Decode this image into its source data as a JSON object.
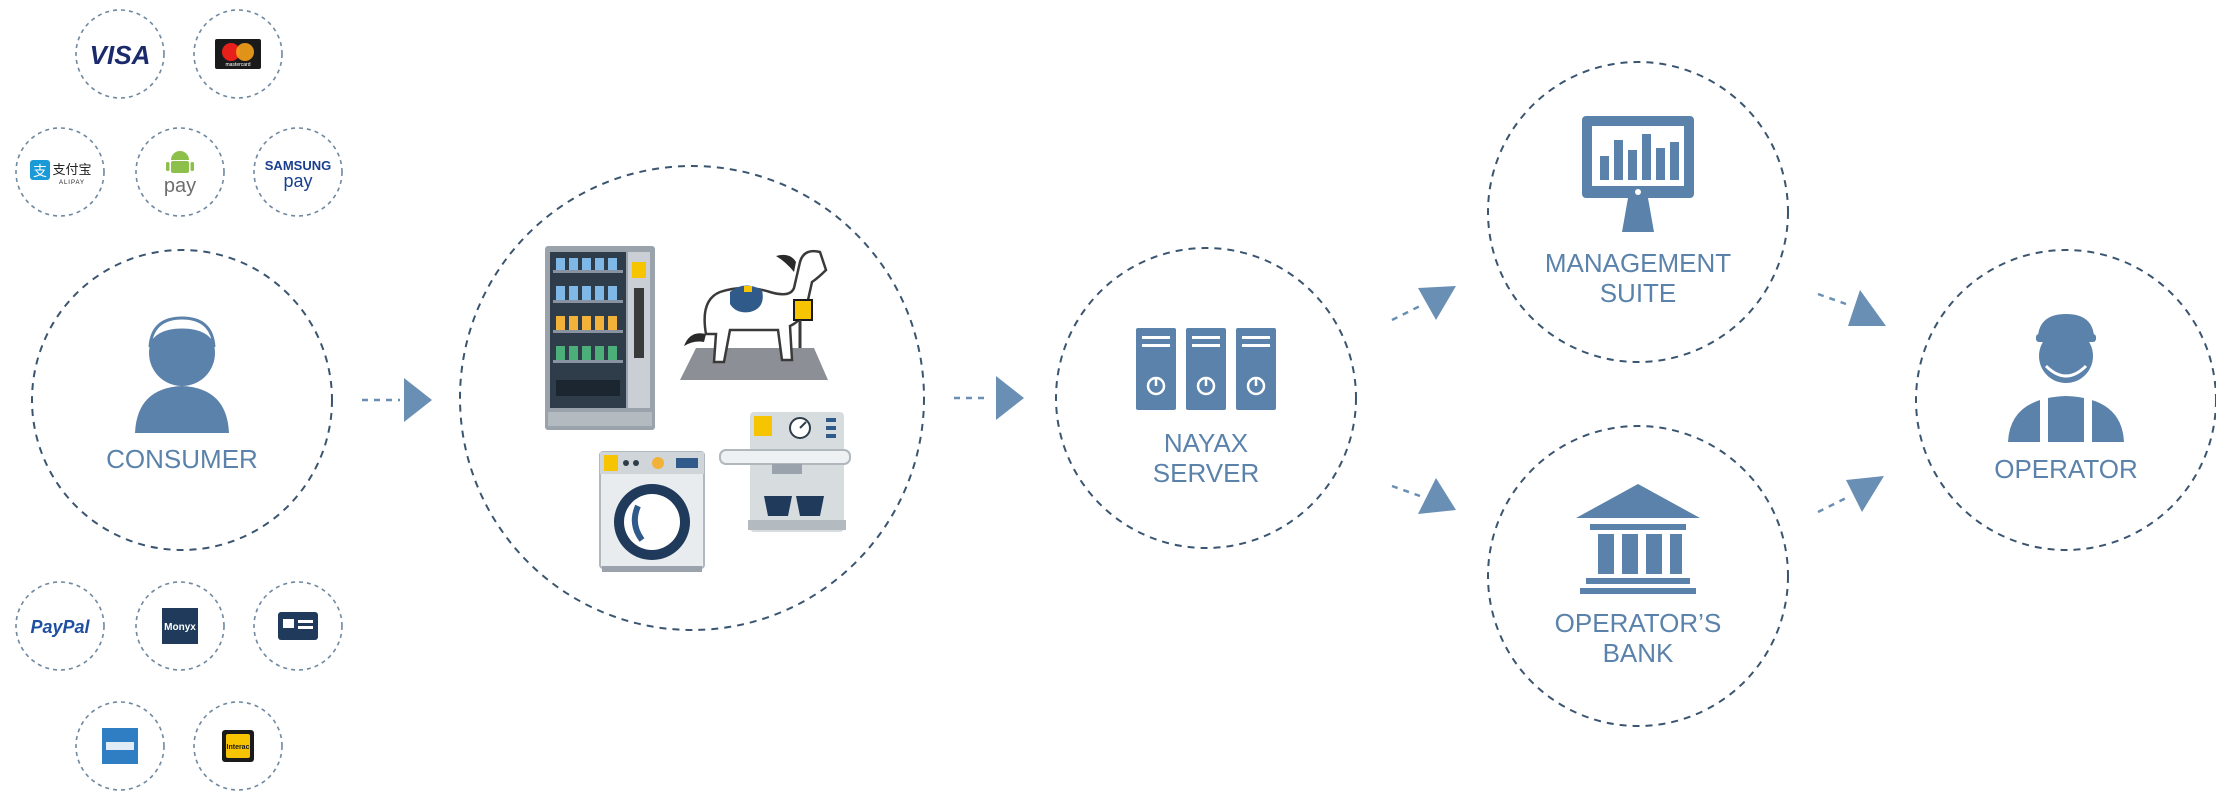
{
  "nodes": {
    "consumer": "CONSUMER",
    "nayax_server": [
      "NAYAX",
      "SERVER"
    ],
    "management_suite": [
      "MANAGEMENT",
      "SUITE"
    ],
    "operators_bank": [
      "OPERATOR’S",
      "BANK"
    ],
    "operator": "OPERATOR"
  },
  "payment_methods": {
    "visa": "VISA",
    "mastercard": "mastercard",
    "alipay": "支付宝",
    "alipay_sub": "ALIPAY",
    "android_pay": "pay",
    "samsung_pay_top": "SAMSUNG",
    "samsung_pay_bottom": "pay",
    "paypal": "PayPal",
    "monyx": "Monyx",
    "interac": "Interac"
  },
  "colors": {
    "accent": "#5b82aa",
    "dashed_outline": "#3a5570",
    "arrow": "#6a8fb5"
  }
}
